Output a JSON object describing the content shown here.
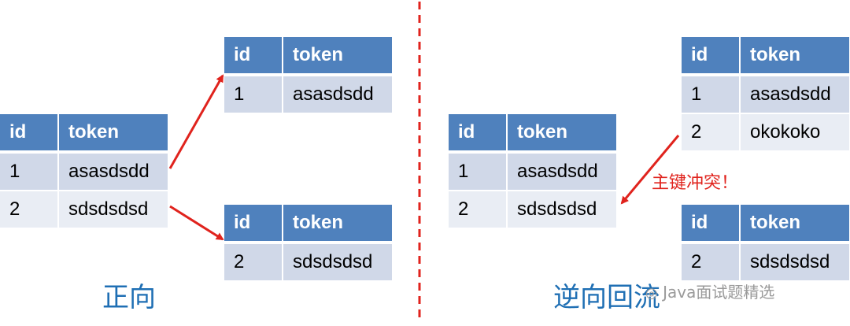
{
  "forward": {
    "caption": "正向",
    "source": {
      "headers": [
        "id",
        "token"
      ],
      "rows": [
        [
          "1",
          "asasdsdd"
        ],
        [
          "2",
          "sdsdsdsd"
        ]
      ]
    },
    "target_a": {
      "headers": [
        "id",
        "token"
      ],
      "rows": [
        [
          "1",
          "asasdsdd"
        ]
      ]
    },
    "target_b": {
      "headers": [
        "id",
        "token"
      ],
      "rows": [
        [
          "2",
          "sdsdsdsd"
        ]
      ]
    }
  },
  "reverse": {
    "caption": "逆向回流",
    "merged": {
      "headers": [
        "id",
        "token"
      ],
      "rows": [
        [
          "1",
          "asasdsdd"
        ],
        [
          "2",
          "sdsdsdsd"
        ]
      ]
    },
    "shard_a": {
      "headers": [
        "id",
        "token"
      ],
      "rows": [
        [
          "1",
          "asasdsdd"
        ],
        [
          "2",
          "okokoko"
        ]
      ]
    },
    "shard_b": {
      "headers": [
        "id",
        "token"
      ],
      "rows": [
        [
          "2",
          "sdsdsdsd"
        ]
      ]
    },
    "conflict_label": "主键冲突！"
  },
  "watermark": "Java面试题精选",
  "colors": {
    "header": "#4f81bd",
    "row_odd": "#d0d8e8",
    "row_even": "#e9edf4",
    "arrow": "#e0231d",
    "divider": "#e0231d",
    "caption": "#1f6fb4"
  }
}
